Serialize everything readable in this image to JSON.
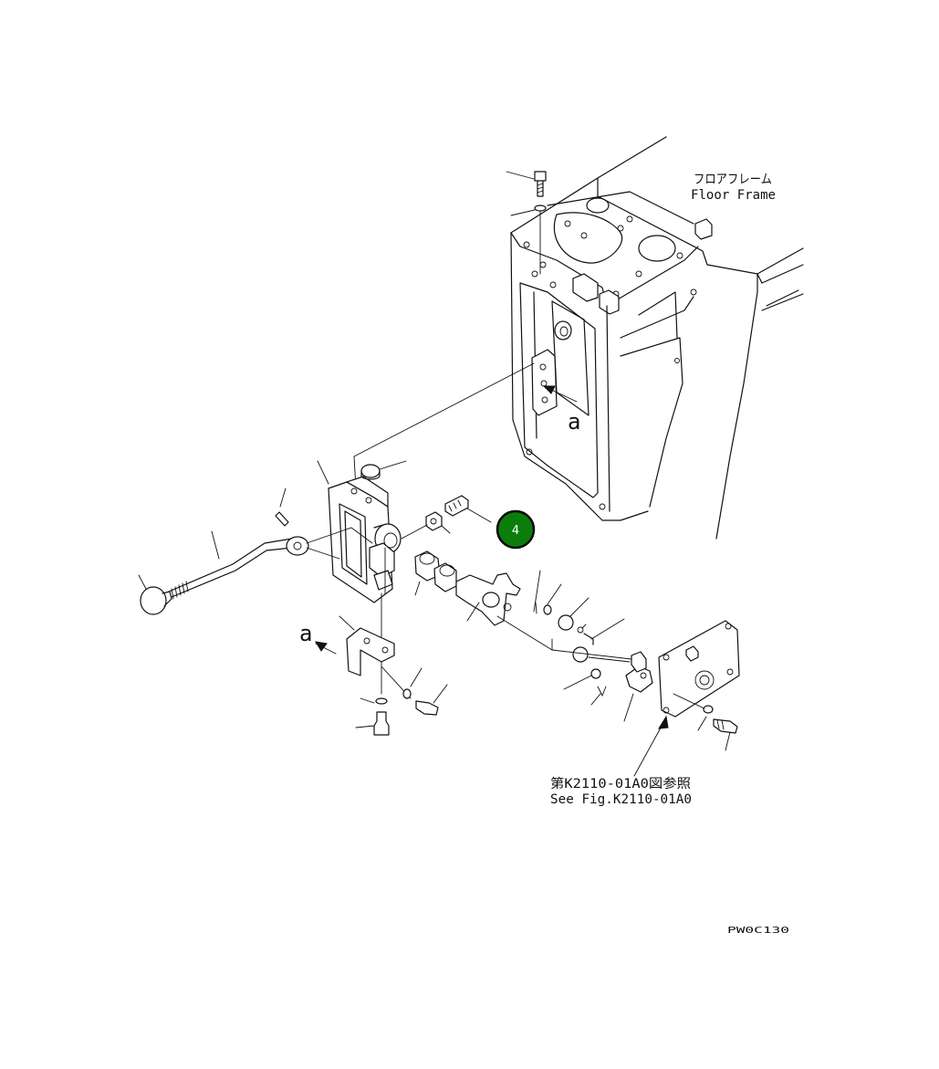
{
  "labels": {
    "floor_frame_jp": "フロアフレーム",
    "floor_frame_en": "Floor Frame",
    "view_mark_top": "a",
    "view_mark_left": "a",
    "see_fig_jp": "第K2110-01A0図参照",
    "see_fig_en": "See Fig.K2110-01A0",
    "drawing_code": "PW0C130"
  },
  "marker": {
    "number": "4",
    "fill_color": "#0b7d0b",
    "ring_color": "#0a0a0a",
    "text_color": "#ffffff"
  }
}
